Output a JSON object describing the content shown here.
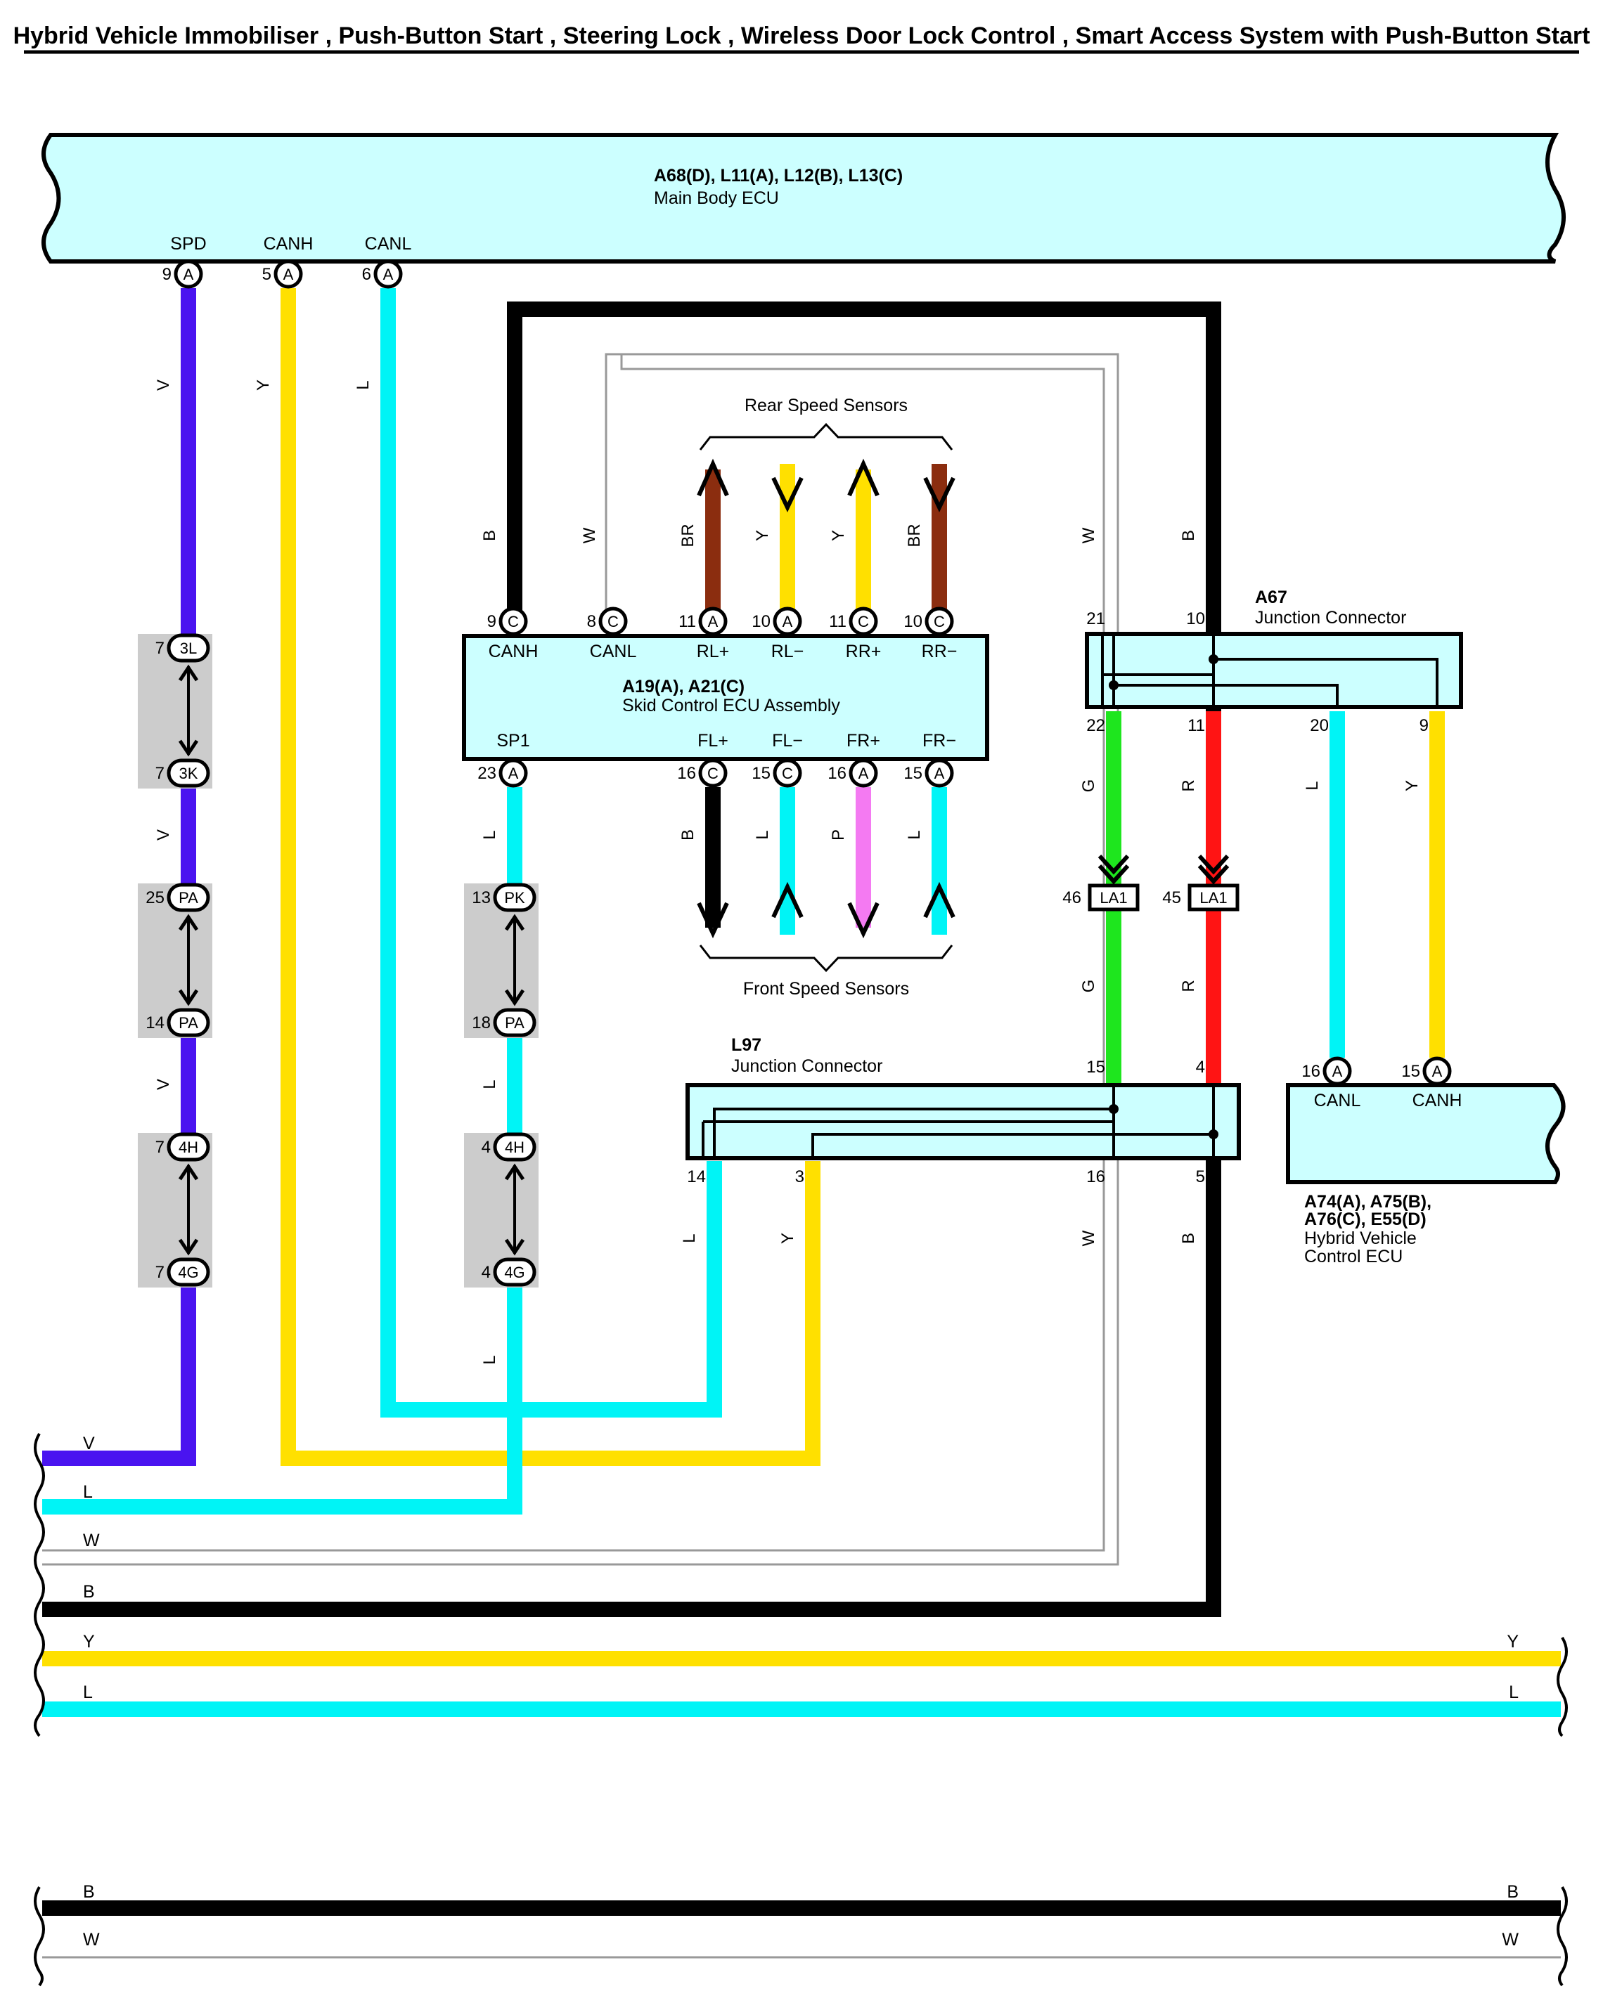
{
  "title": "Hybrid Vehicle Immobiliser , Push-Button Start , Steering Lock , Wireless Door Lock Control , Smart Access System with Push-Button Start",
  "colors": {
    "V": "#4a14f0",
    "Y": "#ffe000",
    "L": "#00f4f6",
    "B": "#000000",
    "W": "#aaaaaa",
    "BR": "#8b2d0f",
    "G": "#1ee61e",
    "R": "#ff1414",
    "P": "#f47af2",
    "component_fill": "#ccffff",
    "splice_fill": "#cccccc"
  },
  "components": {
    "main_body_ecu": {
      "codes": "A68(D), L11(A), L12(B), L13(C)",
      "name": "Main Body ECU",
      "terms": [
        {
          "name": "SPD",
          "pin": "9",
          "conn": "A"
        },
        {
          "name": "CANH",
          "pin": "5",
          "conn": "A"
        },
        {
          "name": "CANL",
          "pin": "6",
          "conn": "A"
        }
      ]
    },
    "skid_ecu": {
      "codes": "A19(A), A21(C)",
      "name": "Skid Control ECU Assembly",
      "top_terms": [
        {
          "name": "CANH",
          "pin": "9",
          "conn": "C"
        },
        {
          "name": "CANL",
          "pin": "8",
          "conn": "C"
        },
        {
          "name": "RL+",
          "pin": "11",
          "conn": "A"
        },
        {
          "name": "RL−",
          "pin": "10",
          "conn": "A"
        },
        {
          "name": "RR+",
          "pin": "11",
          "conn": "C"
        },
        {
          "name": "RR−",
          "pin": "10",
          "conn": "C"
        }
      ],
      "bottom_terms": [
        {
          "name": "SP1",
          "pin": "23",
          "conn": "A"
        },
        {
          "name": "FL+",
          "pin": "16",
          "conn": "C"
        },
        {
          "name": "FL−",
          "pin": "15",
          "conn": "C"
        },
        {
          "name": "FR+",
          "pin": "16",
          "conn": "A"
        },
        {
          "name": "FR−",
          "pin": "15",
          "conn": "A"
        }
      ]
    },
    "a67": {
      "code": "A67",
      "name": "Junction Connector",
      "pins": {
        "top_left": "21",
        "top_right": "10",
        "b1": "22",
        "b2": "11",
        "b3": "20",
        "b4": "9"
      }
    },
    "l97": {
      "code": "L97",
      "name": "Junction Connector",
      "pins": {
        "top_left": "15",
        "top_right": "4",
        "b1": "14",
        "b2": "3",
        "b3": "16",
        "b4": "5"
      }
    },
    "hv_ecu": {
      "codes_1": "A74(A), A75(B),",
      "codes_2": "A76(C), E55(D)",
      "name_1": "Hybrid Vehicle",
      "name_2": "Control ECU",
      "terms": [
        {
          "name": "CANL",
          "pin": "16",
          "conn": "A"
        },
        {
          "name": "CANH",
          "pin": "15",
          "conn": "A"
        }
      ]
    }
  },
  "sensor_groups": {
    "rear": "Rear Speed Sensors",
    "front": "Front Speed Sensors"
  },
  "la1": {
    "label": "LA1",
    "pin_g": "46",
    "pin_r": "45"
  },
  "splices": [
    {
      "top_pin": "7",
      "top": "3L",
      "bottom_pin": "7",
      "bottom": "3K"
    },
    {
      "top_pin": "25",
      "top": "PA",
      "bottom_pin": "14",
      "bottom": "PA"
    },
    {
      "top_pin": "7",
      "top": "4H",
      "bottom_pin": "7",
      "bottom": "4G"
    },
    {
      "top_pin": "13",
      "top": "PK",
      "bottom_pin": "18",
      "bottom": "PA"
    },
    {
      "top_pin": "4",
      "top": "4H",
      "bottom_pin": "4",
      "bottom": "4G"
    }
  ],
  "wire_codes": [
    "V",
    "Y",
    "L",
    "B",
    "W",
    "BR",
    "G",
    "R",
    "P"
  ],
  "bus_labels": [
    "V",
    "L",
    "W",
    "B",
    "Y",
    "L",
    "B",
    "W"
  ],
  "bus_right_labels": [
    "Y",
    "L",
    "B",
    "W"
  ]
}
